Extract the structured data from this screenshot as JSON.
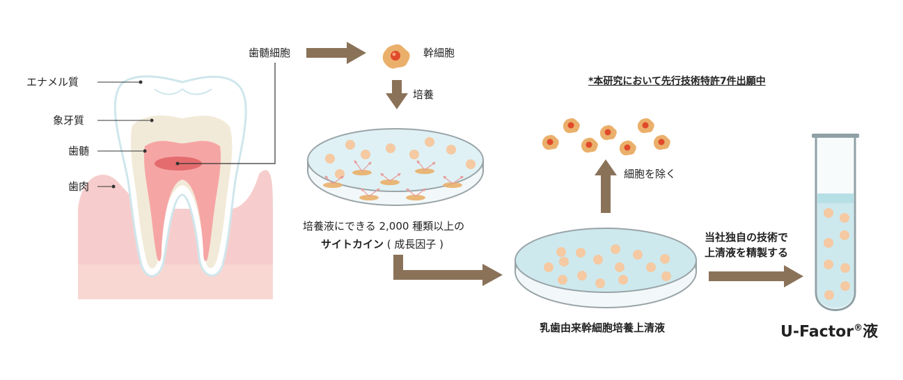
{
  "labels": {
    "enamel": "エナメル質",
    "dentin": "象牙質",
    "pulp": "歯髄",
    "gum": "歯肉",
    "pulp_cells": "歯髄細胞",
    "stem_cell": "幹細胞",
    "culture": "培養",
    "cytokine_line1": "培養液にできる 2,000 種類以上の",
    "cytokine_line2_bold": "サイトカイン",
    "cytokine_line2_rest": "( 成長因子 )",
    "remove_cells": "細胞を除く",
    "note": "*本研究において先行技術特許7件出願中",
    "supernatant": "乳歯由来幹細胞培養上清液",
    "purify_line1": "当社独自の技術で",
    "purify_line2": "上清液を精製する",
    "product_name": "U-Factor",
    "product_reg": "®",
    "product_suffix": "液"
  },
  "colors": {
    "arrow": "#8a7259",
    "cell": "#f5c9a2",
    "stem_cell": "#eab06b",
    "stem_nucleus": "#e04a2a",
    "gum": "#f6cdcc",
    "pulp": "#f48e90",
    "dentin": "#f2ead8",
    "liquid": "#cde9ee"
  }
}
